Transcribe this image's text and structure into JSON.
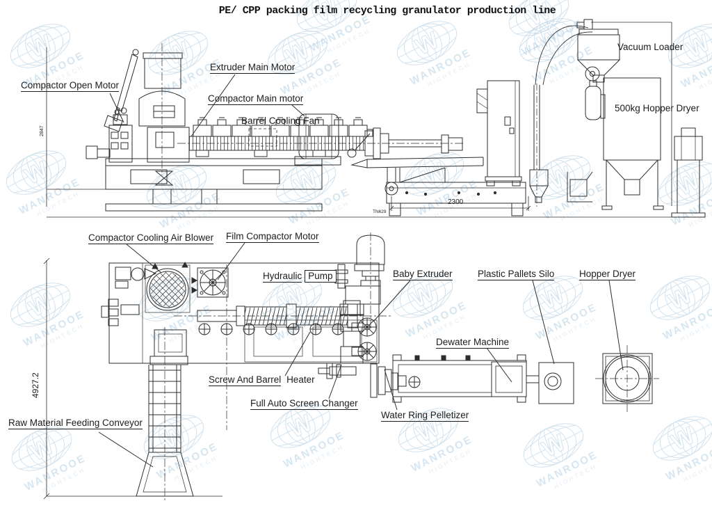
{
  "title": "PE/ CPP packing film recycling granulator production line",
  "watermark": {
    "letter": "W",
    "brand": "WANROOE",
    "sub": "HIGHTECH",
    "color": "#b6d2e6"
  },
  "labels": {
    "compactor_open_motor": "Compactor Open Motor",
    "extruder_main_motor": "Extruder Main Motor",
    "compactor_main_motor": "Compactor Main motor",
    "barrel_cooling_fan": "Barrel Cooling Fan",
    "vacuum_loader": "Vacuum Loader",
    "hopper_dryer_500": "500kg Hopper Dryer",
    "compactor_cooling_air_blower": "Compactor Cooling Air Blower",
    "film_compactor_motor": "Film Compactor Motor",
    "hydraulic": "Hydraulic",
    "pump": "Pump",
    "baby_extruder": "Baby Extruder",
    "plastic_pallets_silo": "Plastic Pallets Silo",
    "hopper_dryer": "Hopper Dryer",
    "dewater_machine": "Dewater Machine",
    "screw_and_barrel": "Screw And Barrel",
    "heater": "Heater",
    "full_auto_screen_changer": "Full Auto Screen Changer",
    "water_ring_pelletizer": "Water Ring Pelletizer",
    "raw_material_feeding_conveyor": "Raw Material Feeding Conveyor"
  },
  "dimensions": {
    "total_height": "4927.2",
    "conveyor_frame_width": "2300",
    "machine_height": "2847",
    "note": "TN629"
  },
  "line_color": "#2d2d2d"
}
